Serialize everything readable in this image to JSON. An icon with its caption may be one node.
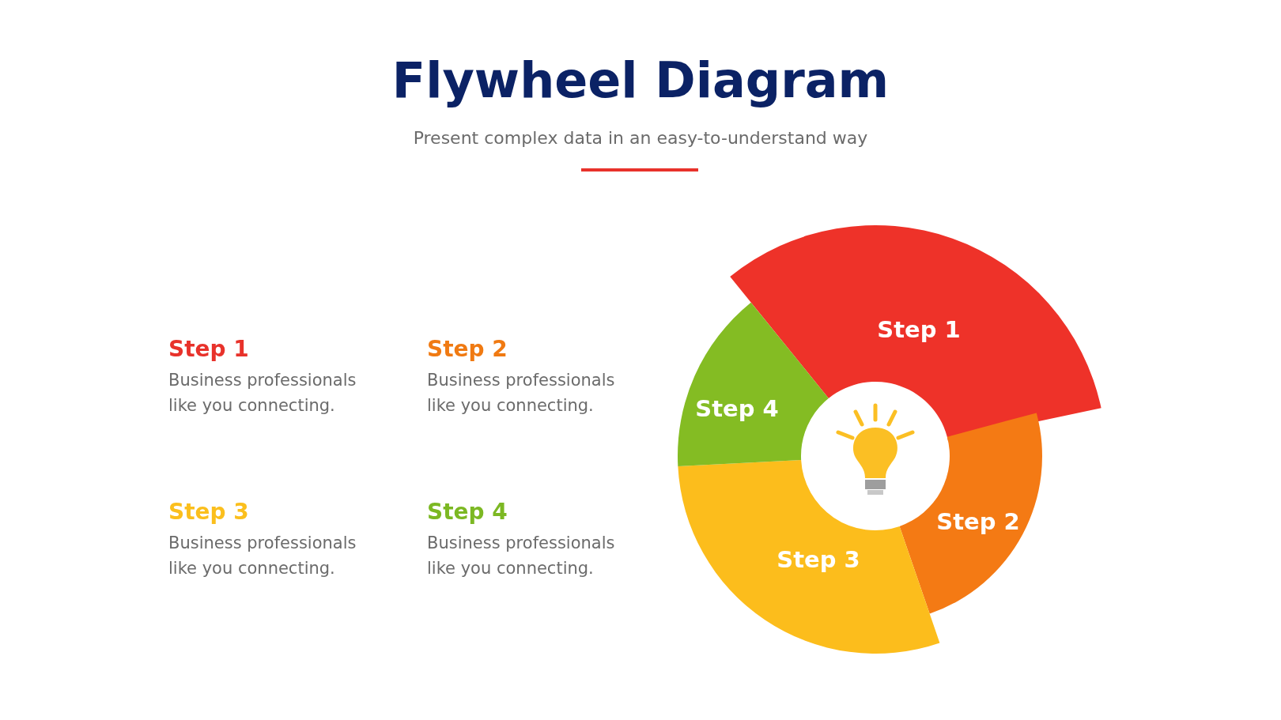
{
  "diagram": {
    "title": "Flywheel Diagram",
    "nodes": [
      {
        "text": [
          "Step 1"
        ]
      },
      {
        "text": [
          "Step 2"
        ]
      },
      {
        "text": [
          "Step 3"
        ]
      },
      {
        "text": [
          "Step 4"
        ]
      },
      {
        "text": [],
        "shape": "circle"
      }
    ],
    "labels": [
      "Present complex data in an easy-to-understand way",
      "Step 1",
      "Business professionals like you connecting.",
      "Step 2",
      "Business professionals like you connecting.",
      "Step 3",
      "Business professionals like you connecting.",
      "Step 4",
      "Business professionals like you connecting."
    ]
  }
}
